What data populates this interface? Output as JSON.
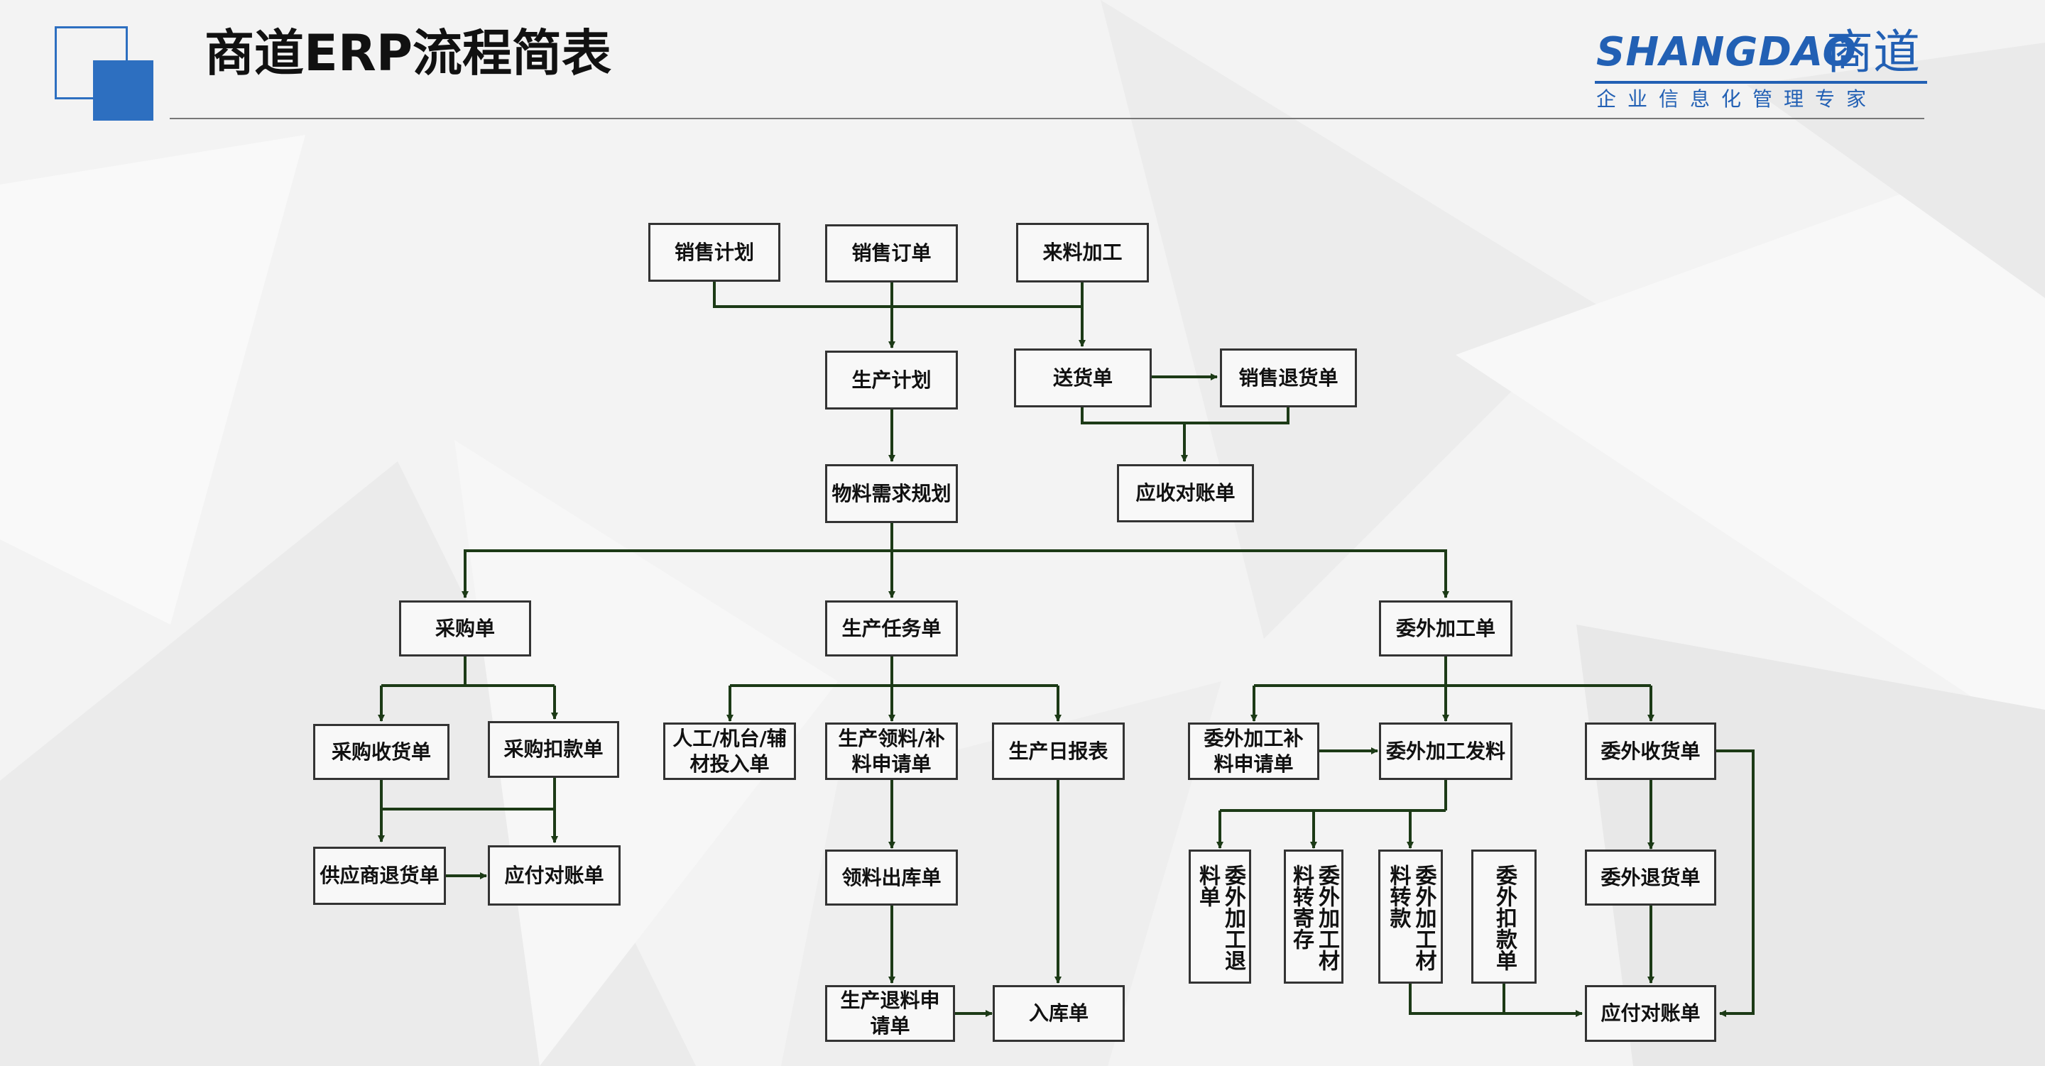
{
  "header": {
    "title": "商道ERP流程简表",
    "logo_latin": "SHANGDAO",
    "logo_cjk": "商道",
    "logo_tagline": "企业信息化管理专家"
  },
  "colors": {
    "box_border": "#333333",
    "connector": "#1c3a16",
    "accent_blue": "#2d6fc0",
    "logo_blue": "#2260b4"
  },
  "nodes": {
    "sales_plan": "销售计划",
    "sales_order": "销售订单",
    "material_processing": "来料加工",
    "production_plan": "生产计划",
    "delivery_note": "送货单",
    "sales_return": "销售退货单",
    "receivable_statement": "应收对账单",
    "mrp": "物料需求规划",
    "purchase_order": "采购单",
    "production_task": "生产任务单",
    "outsourcing_order": "委外加工单",
    "purchase_receipt": "采购收货单",
    "purchase_deduction": "采购扣款单",
    "supplier_return": "供应商退货单",
    "payable_statement_purchase": "应付对账单",
    "labor_machine_input": "人工/机台/辅材投入单",
    "material_requisition": "生产领料/补料申请单",
    "daily_production_report": "生产日报表",
    "material_issue": "领料出库单",
    "production_return_request": "生产退料申请单",
    "warehouse_receipt": "入库单",
    "outsourcing_supplement_request": "委外加工补料申请单",
    "outsourcing_material_issue": "委外加工发料",
    "outsourcing_receipt": "委外收货单",
    "outsourcing_material_return": "委外加工退料单",
    "outsourcing_material_consignment": "委外加工材料转寄存",
    "outsourcing_material_to_payment": "委外加工材料转款",
    "outsourcing_deduction": "委外扣款单",
    "outsourcing_return": "委外退货单",
    "payable_statement_outsourcing": "应付对账单"
  }
}
